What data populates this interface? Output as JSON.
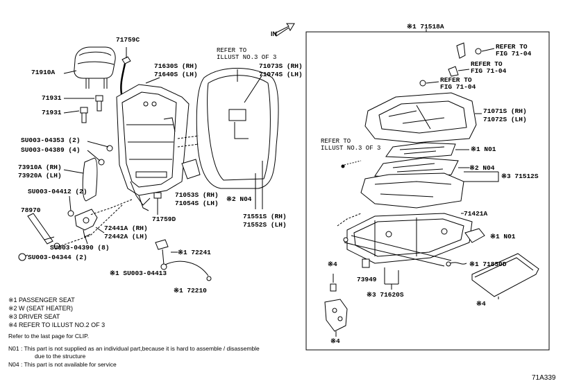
{
  "diagram_code": "71A339",
  "front_arrow_label": "IN",
  "labels": {
    "p71759C": "71759C",
    "p71910A": "71910A",
    "p71931a": "71931",
    "p71931b": "71931",
    "p71630": "71630S (RH)",
    "p71640": "71640S (LH)",
    "refer3a_1": "REFER TO",
    "refer3a_2": "ILLUST NO.3 OF 3",
    "p71073": "71073S (RH)",
    "p71074": "71074S (LH)",
    "su4353": "SU003-04353 (2)",
    "su4389": "SU003-04389 (4)",
    "p73910": "73910A (RH)",
    "p73920": "73920A (LH)",
    "su4412": "SU003-04412 (2)",
    "p71053": "71053S (RH)",
    "p71054": "71054S (LH)",
    "n04_left": "※2 N04",
    "p78970": "78970",
    "p71759D": "71759D",
    "p71551": "71551S (RH)",
    "p71552": "71552S (LH)",
    "p72441": "72441A (RH)",
    "p72442": "72442A (LH)",
    "su4390": "SU003-04390 (8)",
    "su4344": "SU003-04344 (2)",
    "p72241": "※1 72241",
    "su4413": "※1 SU003-04413",
    "p72210": "※1 72210",
    "p71518A": "※1 71518A",
    "fig1_1": "REFER TO",
    "fig1_2": "FIG 71-04",
    "fig2_1": "REFER TO",
    "fig2_2": "FIG 71-04",
    "fig3_1": "REFER TO",
    "fig3_2": "FIG 71-04",
    "p71071": "71071S (RH)",
    "p71072": "71072S (LH)",
    "refer3b_1": "REFER TO",
    "refer3b_2": "ILLUST NO.3 OF 3",
    "n01_a": "※1 N01",
    "n04_right": "※2 N04",
    "p71512": "※3 71512S",
    "p71421A": "71421A",
    "n01_b": "※1 N01",
    "x4_a": "※4",
    "p71850D": "※1 71850D",
    "p73949": "73949",
    "p71620": "※3 71620S",
    "x4_b": "※4",
    "x4_c": "※4"
  },
  "legend": [
    "※1  PASSENGER  SEAT",
    "※2  W (SEAT  HEATER)",
    "※3  DRIVER  SEAT",
    "※4  REFER  TO ILLUST NO.2  OF 3"
  ],
  "notes": {
    "clip": "Refer to the last page for CLIP.",
    "n01_line1": "N01 : This part is not supplied as an individual part,because it is hard to assemble / disassemble",
    "n01_line2": "due to the structure",
    "n04": "N04 : This part is not available for service"
  }
}
